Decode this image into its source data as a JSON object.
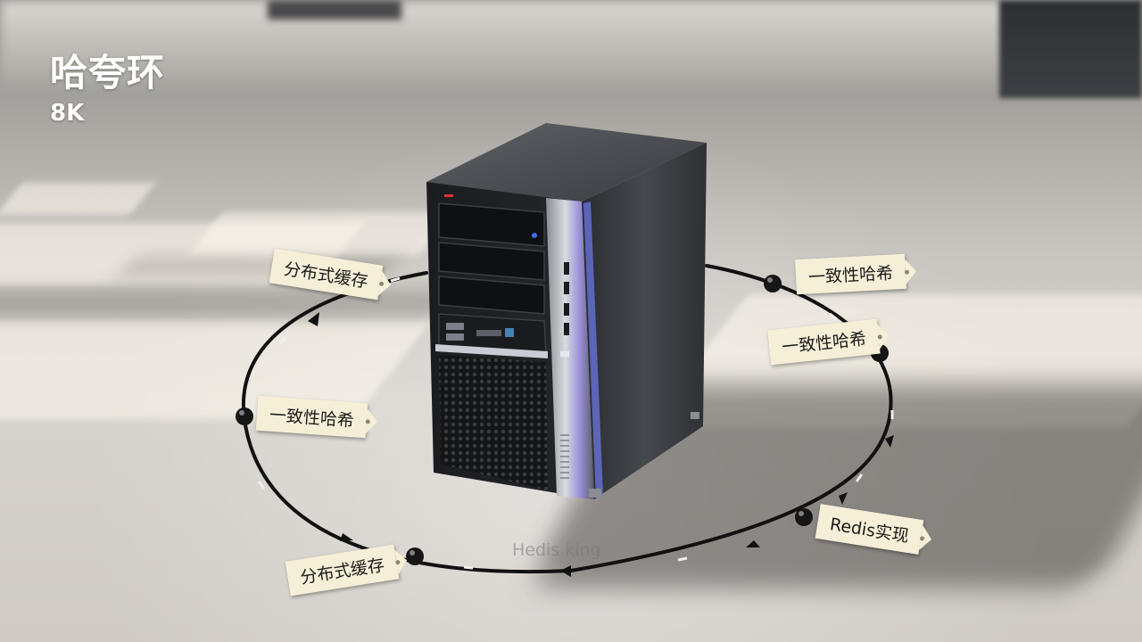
{
  "hero": {
    "title": "哈夸环",
    "subtitle": "8K"
  },
  "tags": [
    {
      "text": "分布式缓存"
    },
    {
      "text": "一致性哈希"
    },
    {
      "text": "一致性哈希"
    },
    {
      "text": "一致性哈希"
    },
    {
      "text": "Redis实现"
    },
    {
      "text": "分布式缓存"
    }
  ],
  "watermark": "Hedis king",
  "colors": {
    "tag_background": "#f6efd8",
    "ring": "#111111",
    "title_text": "#ffffff"
  }
}
